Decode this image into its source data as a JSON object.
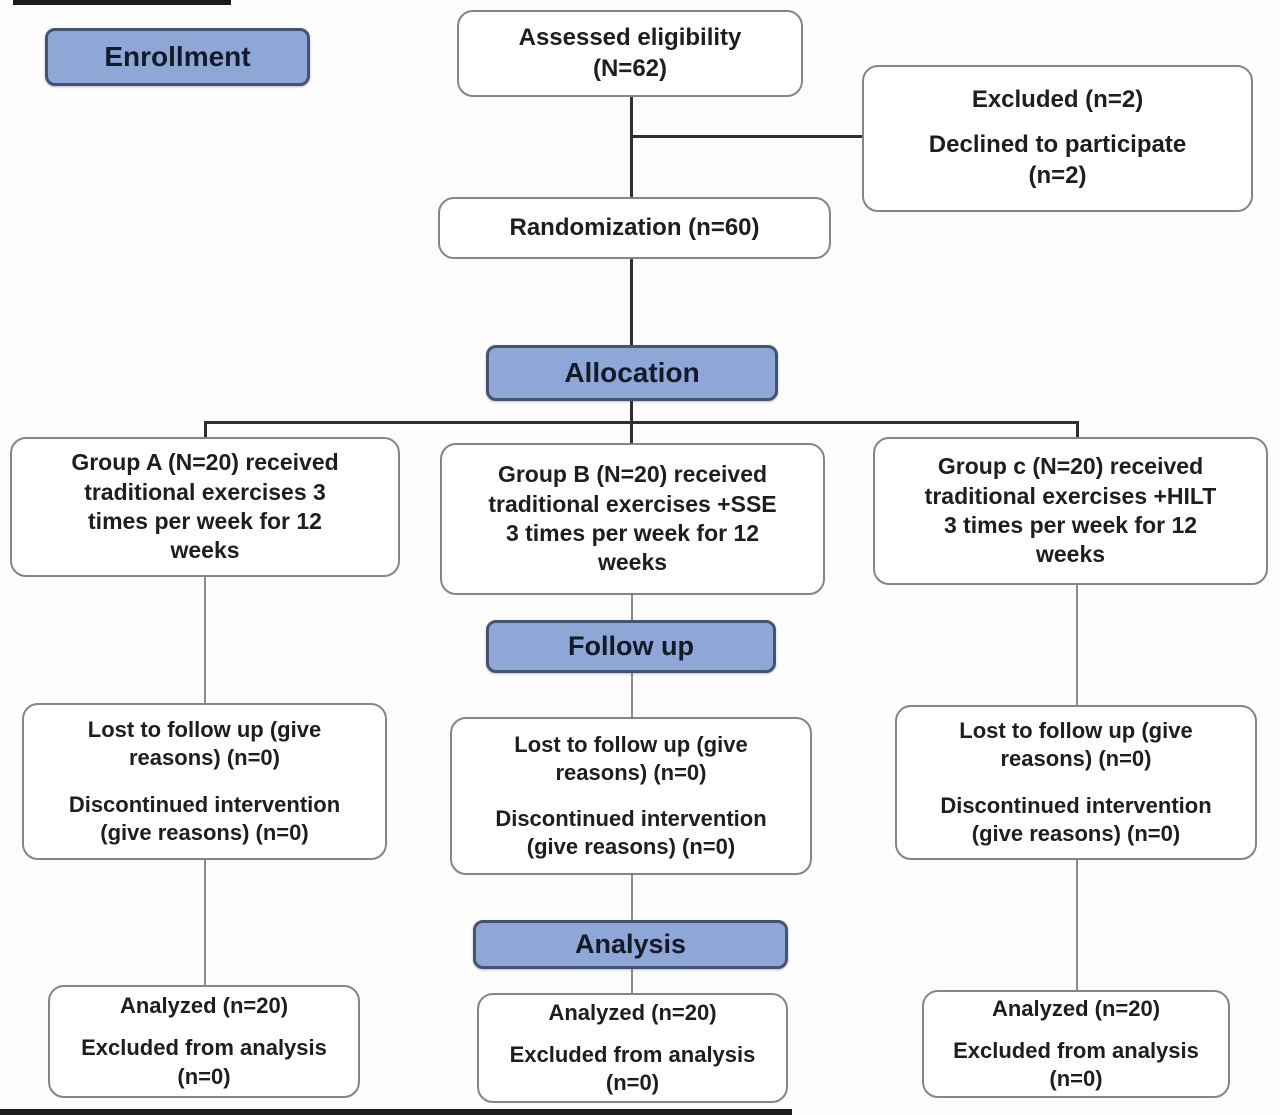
{
  "colors": {
    "stage-fill": "#8FA7D7",
    "stage-border": "#46536F",
    "stage-text": "#131A29",
    "box-border": "#858585",
    "box-text": "#1E1E1E",
    "line-dark": "#2F2F2F",
    "line-gray": "#8A8A8A"
  },
  "stages": {
    "enrollment": "Enrollment",
    "allocation": "Allocation",
    "follow_up": "Follow up",
    "analysis": "Analysis"
  },
  "boxes": {
    "assessed": {
      "lines": [
        "Assessed eligibility",
        "(N=62)"
      ]
    },
    "excluded": {
      "lines": [
        "Excluded (n=2)",
        "Declined to participate",
        "(n=2)"
      ]
    },
    "randomization": {
      "lines": [
        "Randomization (n=60)"
      ]
    },
    "groups": [
      {
        "id": "A",
        "lines": [
          "Group A (N=20) received",
          "traditional exercises 3",
          "times per week for 12",
          "weeks"
        ]
      },
      {
        "id": "B",
        "lines": [
          "Group B (N=20) received",
          "traditional exercises +SSE",
          "3 times per week for 12",
          "weeks"
        ]
      },
      {
        "id": "C",
        "lines": [
          "Group c (N=20) received",
          "traditional exercises +HILT",
          "3 times per week for 12",
          "weeks"
        ]
      }
    ],
    "lost_follow_up": [
      {
        "column": "A",
        "lines": [
          "Lost to follow up (give",
          "reasons) (n=0)",
          "Discontinued intervention",
          "(give reasons) (n=0)"
        ]
      },
      {
        "column": "B",
        "lines": [
          "Lost to follow up (give",
          "reasons) (n=0)",
          "Discontinued intervention",
          "(give reasons) (n=0)"
        ]
      },
      {
        "column": "C",
        "lines": [
          "Lost to follow up (give",
          "reasons) (n=0)",
          "Discontinued intervention",
          "(give reasons) (n=0)"
        ]
      }
    ],
    "analyzed": [
      {
        "column": "A",
        "lines": [
          "Analyzed (n=20)",
          "Excluded from analysis",
          "(n=0)"
        ]
      },
      {
        "column": "B",
        "lines": [
          "Analyzed (n=20)",
          "Excluded from analysis",
          "(n=0)"
        ]
      },
      {
        "column": "C",
        "lines": [
          "Analyzed (n=20)",
          "Excluded from analysis",
          "(n=0)"
        ]
      }
    ]
  }
}
